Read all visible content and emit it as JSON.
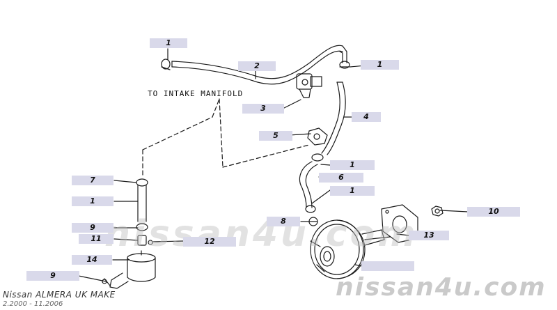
{
  "diagram": {
    "annotation": "TO INTAKE MANIFOLD",
    "callouts": [
      "1",
      "2",
      "1",
      "3",
      "4",
      "5",
      "1",
      "6",
      "1",
      "7",
      "1",
      "9",
      "11",
      "12",
      "14",
      "9",
      "8",
      "10",
      "13"
    ]
  },
  "watermark": {
    "center": "nissan4u.com",
    "corner": "nissan4u.com"
  },
  "footer": {
    "model": "Nissan ALMERA UK MAKE",
    "dates": "2.2000 - 11.2006"
  },
  "colors": {
    "label_bg": "#d9d9ea",
    "line": "#1a1a1a",
    "watermark": "#c9c9c9"
  }
}
